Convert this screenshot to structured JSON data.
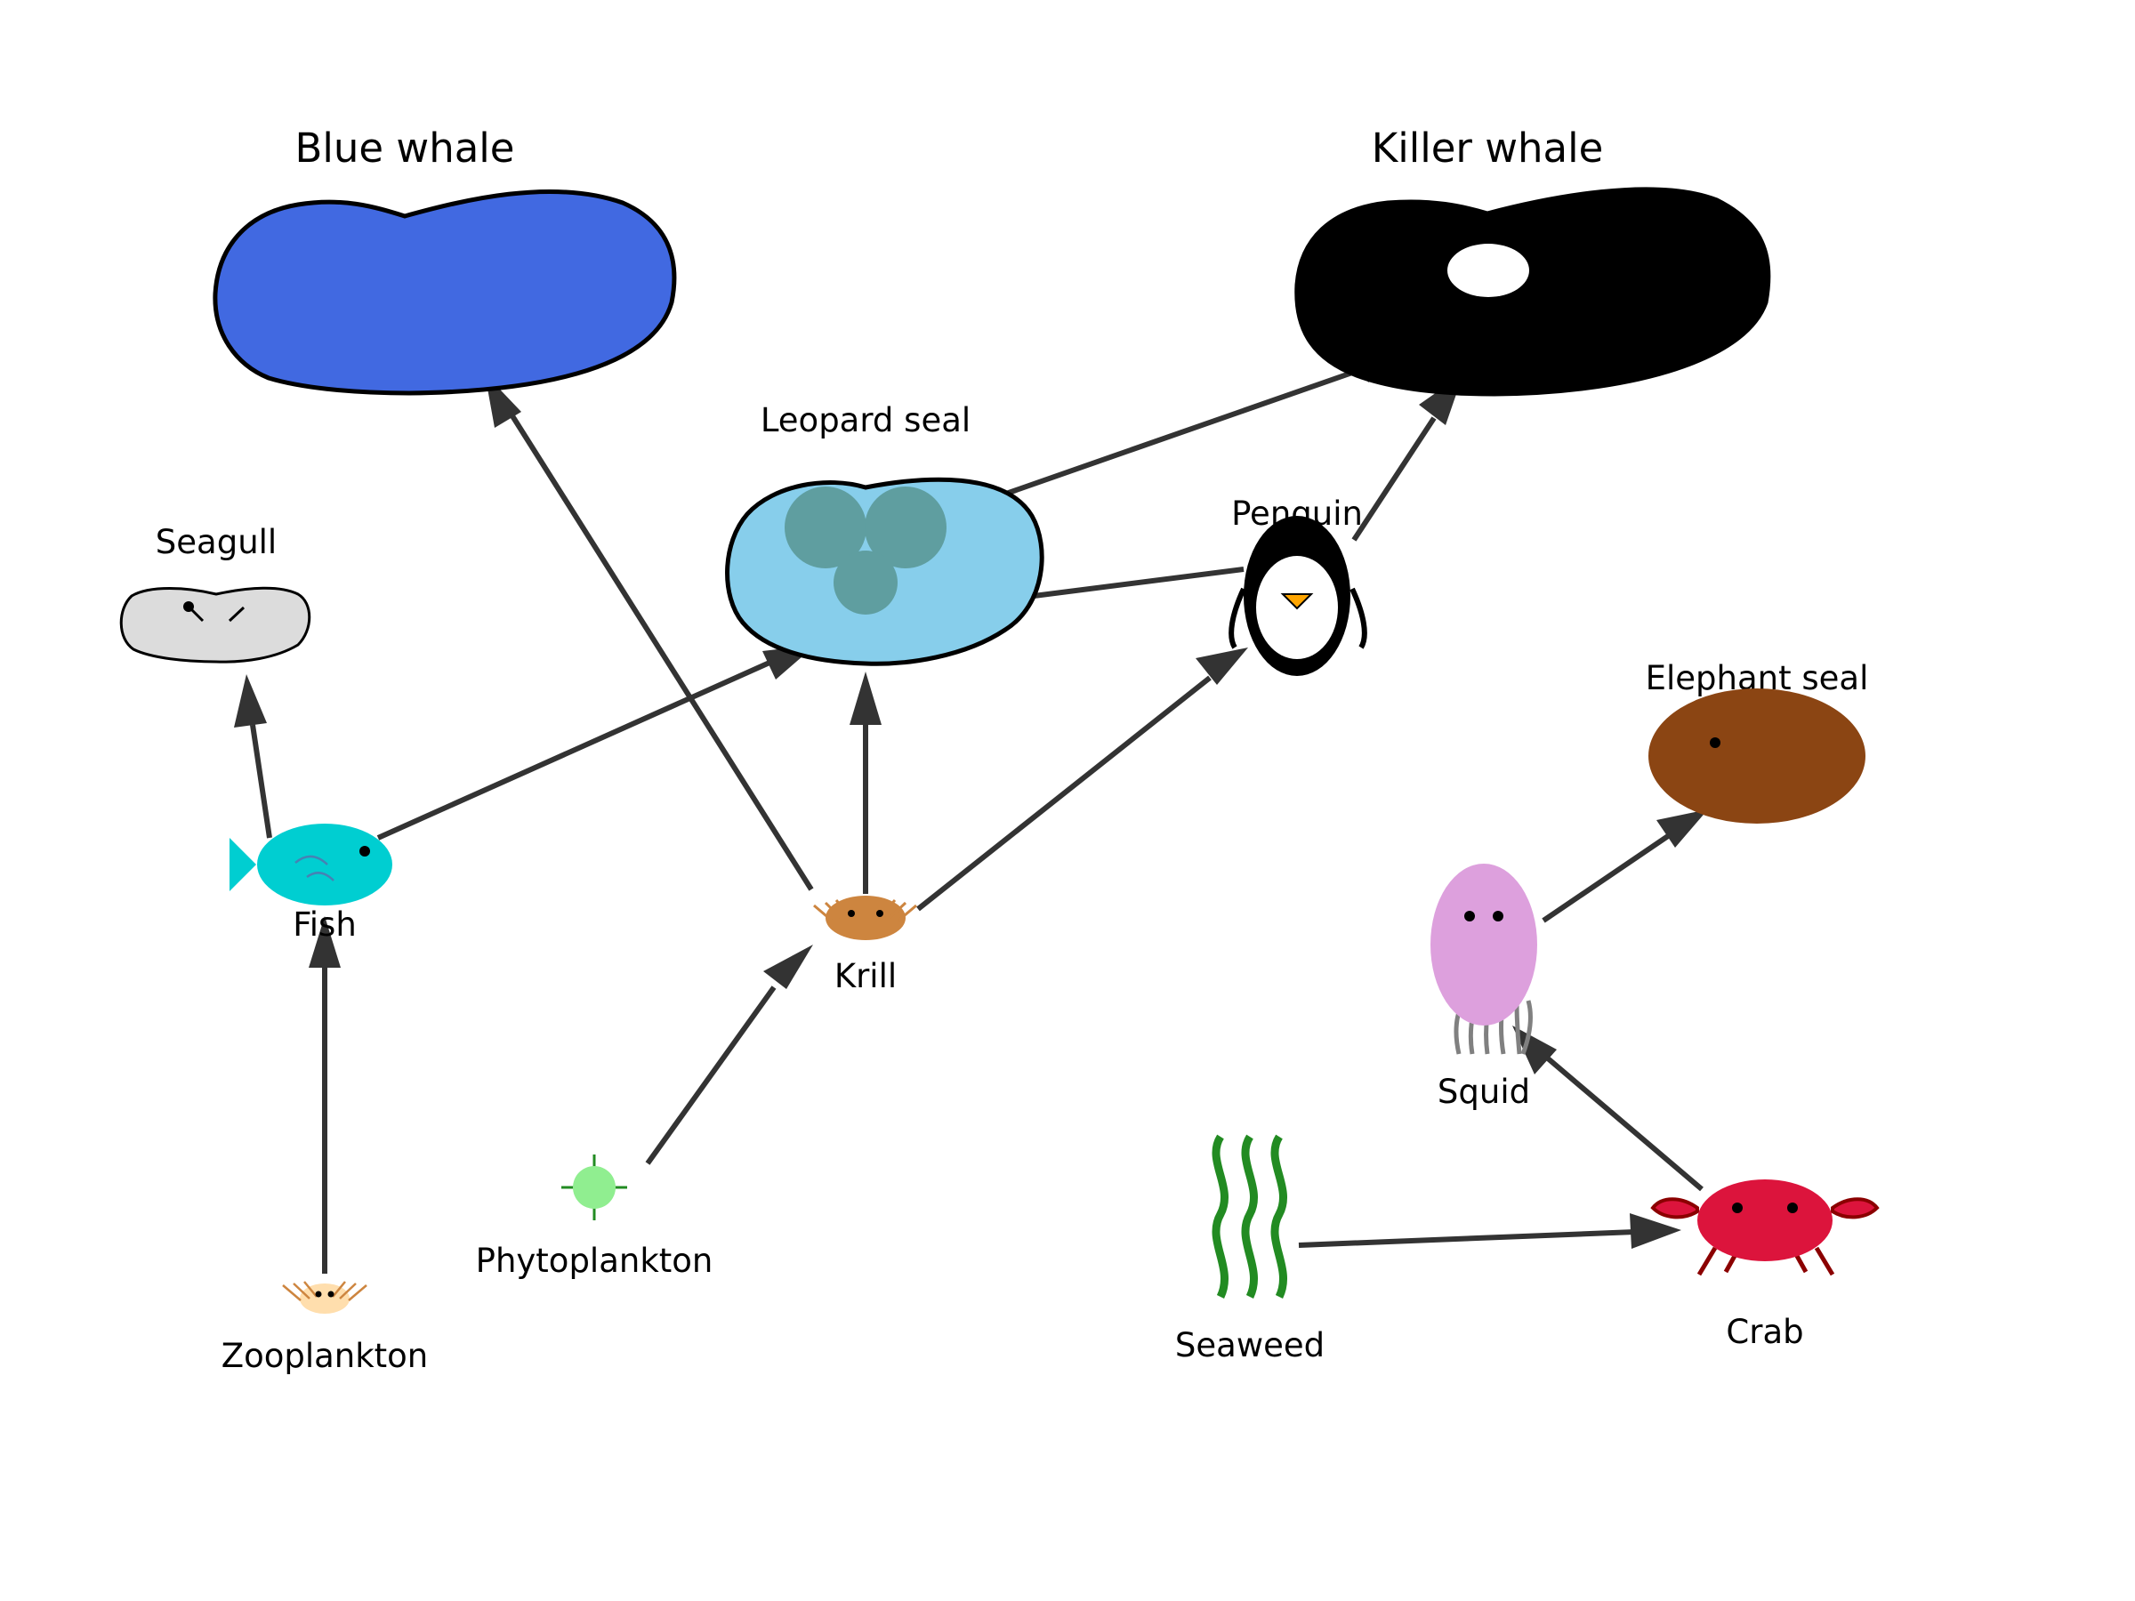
{
  "organisms": {
    "blue_whale": "Blue whale",
    "killer_whale": "Killer whale",
    "leopard_seal": "Leopard seal",
    "penguin": "Penguin",
    "seagull": "Seagull",
    "elephant_seal": "Elephant seal",
    "fish": "Fish",
    "krill": "Krill",
    "squid": "Squid",
    "phytoplankton": "Phytoplankton",
    "zooplankton": "Zooplankton",
    "seaweed": "Seaweed",
    "crab": "Crab"
  },
  "links": [
    {
      "from": "Zooplankton",
      "to": "Fish"
    },
    {
      "from": "Fish",
      "to": "Seagull"
    },
    {
      "from": "Fish",
      "to": "Leopard seal"
    },
    {
      "from": "Phytoplankton",
      "to": "Krill"
    },
    {
      "from": "Krill",
      "to": "Blue whale"
    },
    {
      "from": "Krill",
      "to": "Leopard seal"
    },
    {
      "from": "Krill",
      "to": "Penguin"
    },
    {
      "from": "Penguin",
      "to": "Leopard seal"
    },
    {
      "from": "Penguin",
      "to": "Killer whale"
    },
    {
      "from": "Leopard seal",
      "to": "Killer whale"
    },
    {
      "from": "Seaweed",
      "to": "Crab"
    },
    {
      "from": "Crab",
      "to": "Squid"
    },
    {
      "from": "Squid",
      "to": "Elephant seal"
    }
  ],
  "colors": {
    "arrow": "#333333",
    "blue_whale": "#4169E1",
    "killer_whale": "#000000",
    "leopard_seal_body": "#87CEEB",
    "leopard_seal_spots": "#5F9EA0",
    "seagull": "#DCDCDC",
    "fish": "#00CED1",
    "krill": "#CD853F",
    "zooplankton": "#FFDEAD",
    "phytoplankton": "#90EE90",
    "squid": "#DDA0DD",
    "elephant_seal": "#8B4513",
    "crab": "#DC143C",
    "seaweed": "#228B22",
    "penguin_beak": "#FFA500"
  }
}
